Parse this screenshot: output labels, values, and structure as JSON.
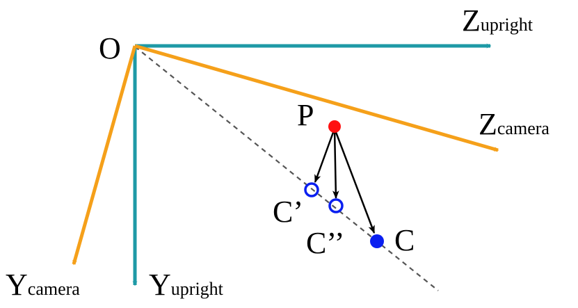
{
  "colors": {
    "upright": "#1e9aa6",
    "camera": "#f5a01a",
    "dashed": "#555555",
    "point_p": "#ff1111",
    "point_c": "#0a1ff0",
    "arrow": "#000000"
  },
  "labels": {
    "origin": "O",
    "point_p": "P",
    "point_c": "C",
    "point_c1": "C’",
    "point_c2": "C’’",
    "z_upright_main": "Z",
    "z_upright_sub": "upright",
    "y_upright_main": "Y",
    "y_upright_sub": "upright",
    "z_camera_main": "Z",
    "z_camera_sub": "camera",
    "y_camera_main": "Y",
    "y_camera_sub": "camera"
  }
}
